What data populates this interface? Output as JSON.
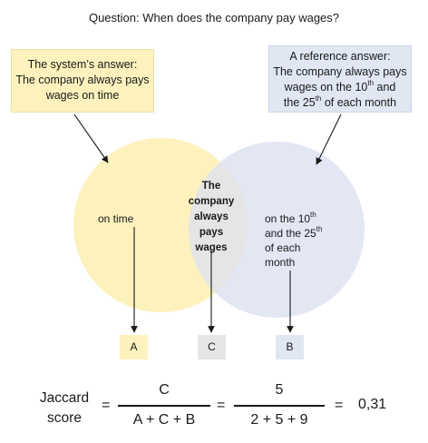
{
  "question": "Question: When does the company pay wages?",
  "system_answer": {
    "lines": [
      "The system’s answer:",
      "The company always pays",
      "wages on time"
    ]
  },
  "reference_answer": {
    "line1": "A reference answer:",
    "line2": "The company always pays",
    "line3_pre": "wages on the 10",
    "line3_sup": "th",
    "line3_post": " and",
    "line4_pre": "the 25",
    "line4_sup": "th",
    "line4_post": " of each month"
  },
  "venn": {
    "left_only": "on time",
    "overlap": [
      "The",
      "company",
      "always",
      "pays",
      "wages"
    ],
    "right_only": {
      "line1_pre": "on the 10",
      "line1_sup": "th",
      "line2_pre": "and the 25",
      "line2_sup": "th",
      "line3": "of each",
      "line4": "month"
    },
    "colors": {
      "left": "#fdf2bd",
      "right": "#e1e6f3",
      "overlap": "#e5e5e5"
    }
  },
  "tags": {
    "a": "A",
    "c": "C",
    "b": "B"
  },
  "formula": {
    "label_line1": "Jaccard",
    "label_line2": "score",
    "equals": "=",
    "frac1_num": "C",
    "frac1_den": "A + C + B",
    "frac2_num": "5",
    "frac2_den": "2 + 5 + 9",
    "result": "0,31"
  }
}
